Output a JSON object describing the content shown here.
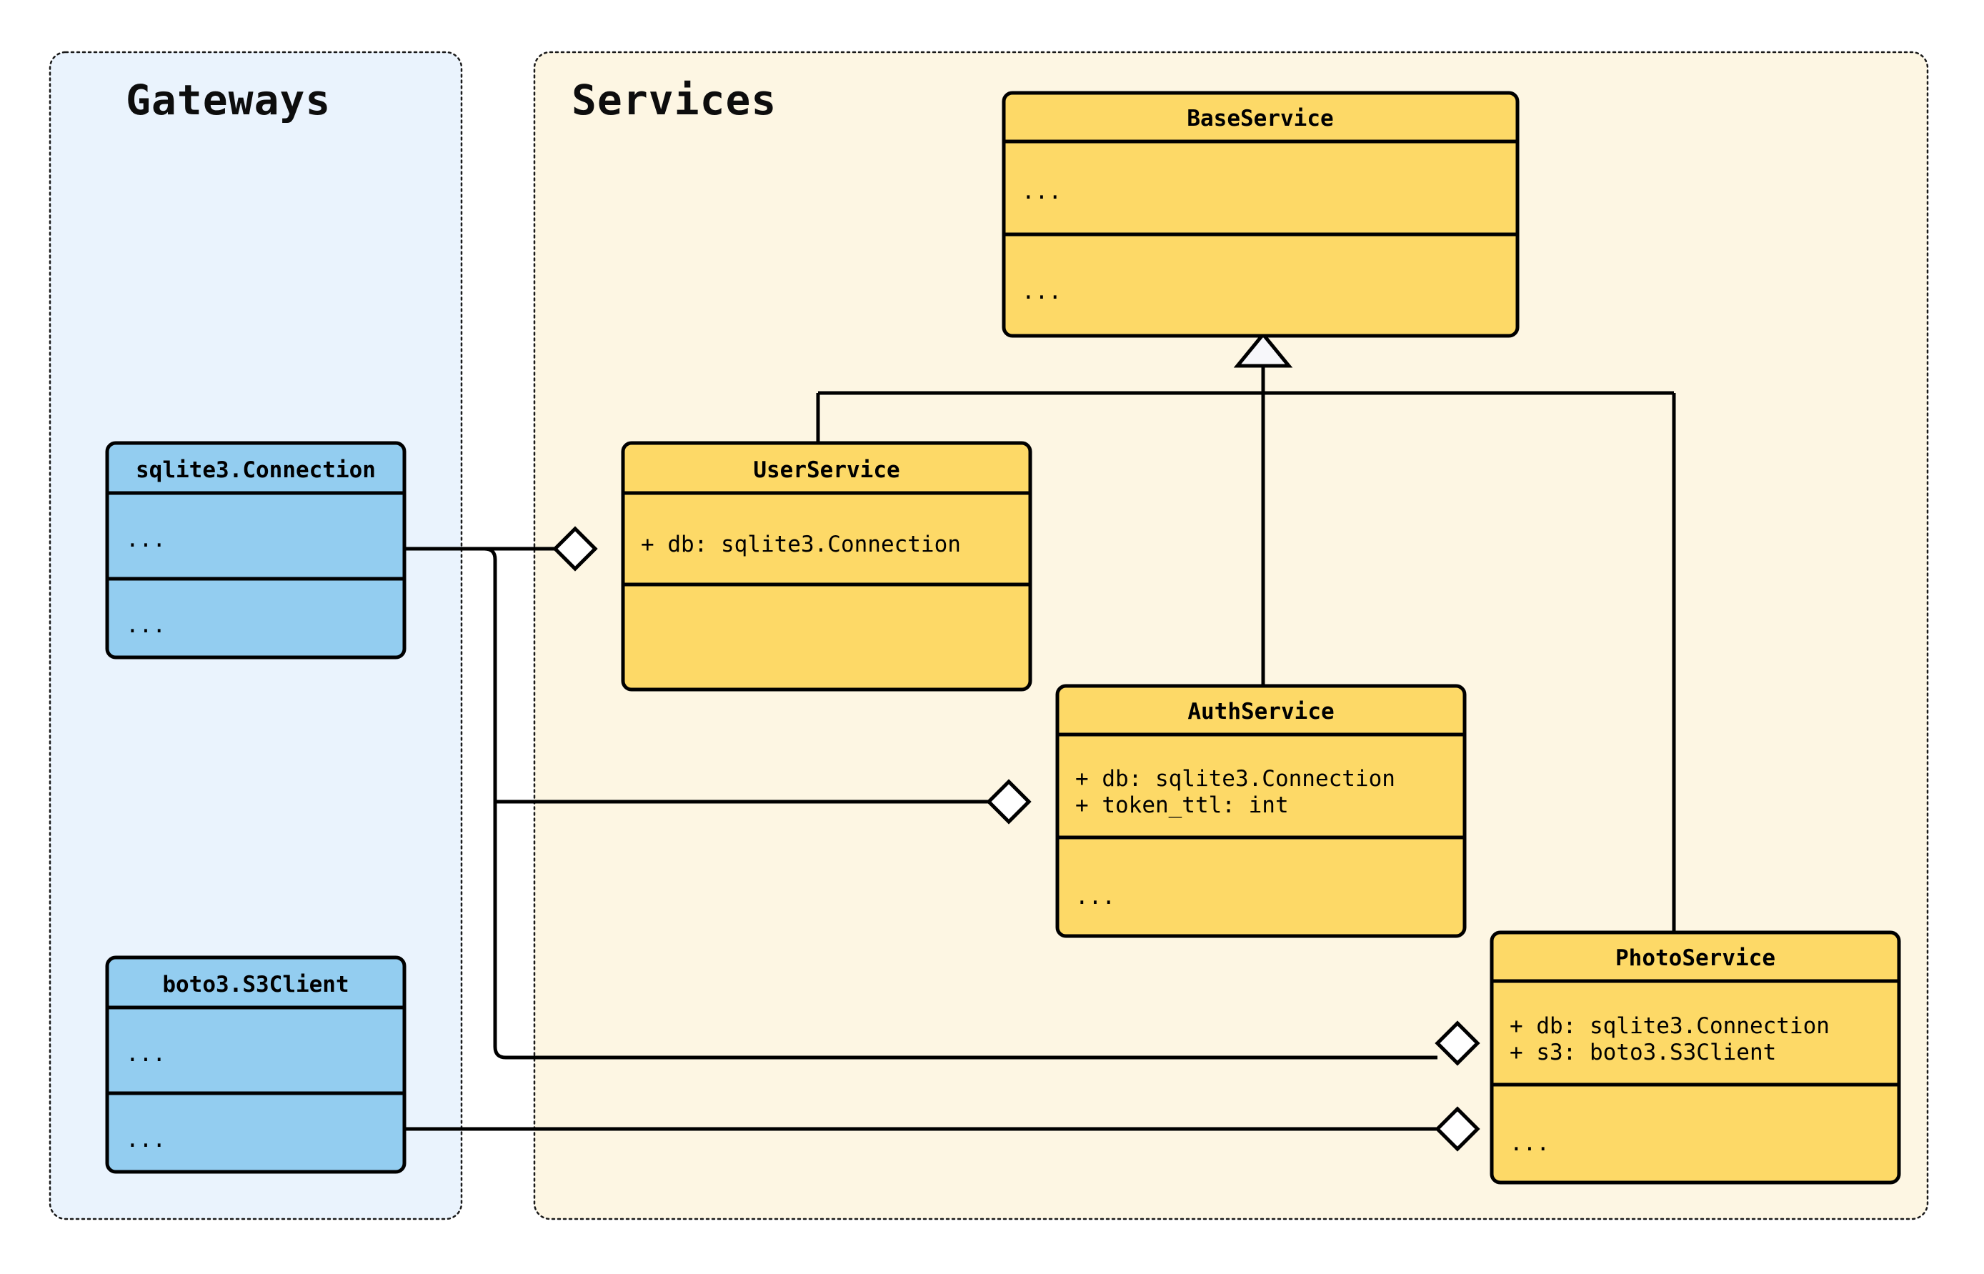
{
  "diagram": {
    "kind": "uml-class-diagram",
    "background": "#ffffff",
    "packages": [
      {
        "id": "gateways",
        "title": "Gateways",
        "fill": "#eaf3fd",
        "border": "#1a1a1a"
      },
      {
        "id": "services",
        "title": "Services",
        "fill": "#fdf6e3",
        "border": "#1a1a1a"
      }
    ],
    "classes": [
      {
        "id": "sqlite3-connection",
        "name": "sqlite3.Connection",
        "package": "gateways",
        "fill": "#93cdf0",
        "attributes": [
          "..."
        ],
        "methods": [
          "..."
        ]
      },
      {
        "id": "boto3-s3client",
        "name": "boto3.S3Client",
        "package": "gateways",
        "fill": "#93cdf0",
        "attributes": [
          "..."
        ],
        "methods": [
          "..."
        ]
      },
      {
        "id": "baseservice",
        "name": "BaseService",
        "package": "services",
        "fill": "#fdd967",
        "attributes": [
          "..."
        ],
        "methods": [
          "..."
        ]
      },
      {
        "id": "userservice",
        "name": "UserService",
        "package": "services",
        "fill": "#fdd967",
        "attributes": [
          "+ db: sqlite3.Connection"
        ],
        "methods": [
          ""
        ]
      },
      {
        "id": "authservice",
        "name": "AuthService",
        "package": "services",
        "fill": "#fdd967",
        "attributes": [
          "+ db: sqlite3.Connection",
          "+ token_ttl: int"
        ],
        "methods": [
          "..."
        ]
      },
      {
        "id": "photoservice",
        "name": "PhotoService",
        "package": "services",
        "fill": "#fdd967",
        "attributes": [
          "+ db: sqlite3.Connection",
          "+ s3: boto3.S3Client"
        ],
        "methods": [
          "..."
        ]
      }
    ],
    "relations": [
      {
        "type": "generalization",
        "from": "userservice",
        "to": "baseservice"
      },
      {
        "type": "generalization",
        "from": "authservice",
        "to": "baseservice"
      },
      {
        "type": "generalization",
        "from": "photoservice",
        "to": "baseservice"
      },
      {
        "type": "aggregation",
        "from": "userservice",
        "to": "sqlite3-connection"
      },
      {
        "type": "aggregation",
        "from": "authservice",
        "to": "sqlite3-connection"
      },
      {
        "type": "aggregation",
        "from": "photoservice",
        "to": "sqlite3-connection"
      },
      {
        "type": "aggregation",
        "from": "photoservice",
        "to": "boto3-s3client"
      }
    ]
  },
  "labels": {
    "gateways_title": "Gateways",
    "services_title": "Services",
    "sqlite3_name": "sqlite3.Connection",
    "sqlite3_attrs": "...",
    "sqlite3_methods": "...",
    "boto3_name": "boto3.S3Client",
    "boto3_attrs": "...",
    "boto3_methods": "...",
    "baseservice_name": "BaseService",
    "baseservice_attrs": "...",
    "baseservice_methods": "...",
    "userservice_name": "UserService",
    "userservice_attr_0": "+ db: sqlite3.Connection",
    "userservice_methods": "",
    "authservice_name": "AuthService",
    "authservice_attr_0": "+ db: sqlite3.Connection",
    "authservice_attr_1": "+ token_ttl: int",
    "authservice_methods": "...",
    "photoservice_name": "PhotoService",
    "photoservice_attr_0": "+ db: sqlite3.Connection",
    "photoservice_attr_1": "+ s3: boto3.S3Client",
    "photoservice_methods": "..."
  }
}
